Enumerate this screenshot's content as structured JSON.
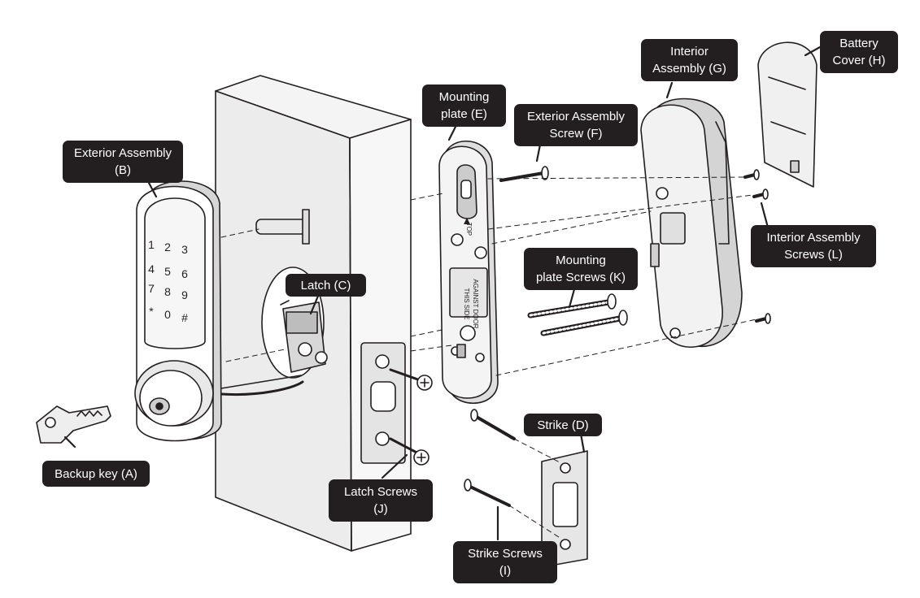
{
  "diagram": {
    "callouts": {
      "backup_key": {
        "line1": "Backup key (A)"
      },
      "exterior_assembly": {
        "line1": "Exterior Assembly",
        "line2": "(B)"
      },
      "latch": {
        "line1": "Latch (C)"
      },
      "strike": {
        "line1": "Strike (D)"
      },
      "mounting_plate": {
        "line1": "Mounting",
        "line2": "plate (E)"
      },
      "exterior_assembly_screw": {
        "line1": "Exterior Assembly",
        "line2": "Screw (F)"
      },
      "interior_assembly": {
        "line1": "Interior",
        "line2": "Assembly (G)"
      },
      "battery_cover": {
        "line1": "Battery",
        "line2": "Cover (H)"
      },
      "strike_screws": {
        "line1": "Strike Screws",
        "line2": "(I)"
      },
      "latch_screws": {
        "line1": "Latch Screws",
        "line2": "(J)"
      },
      "mounting_plate_screws": {
        "line1": "Mounting",
        "line2": "plate Screws (K)"
      },
      "interior_assembly_screws": {
        "line1": "Interior Assembly",
        "line2": "Screws (L)"
      }
    },
    "keypad": [
      "1",
      "2",
      "3",
      "4",
      "5",
      "6",
      "7",
      "8",
      "9",
      "*",
      "0",
      "#"
    ],
    "mounting_plate_markings": {
      "top": "TOP",
      "line1": "THIS SIDE",
      "line2": "AGAINST DOOR"
    }
  }
}
